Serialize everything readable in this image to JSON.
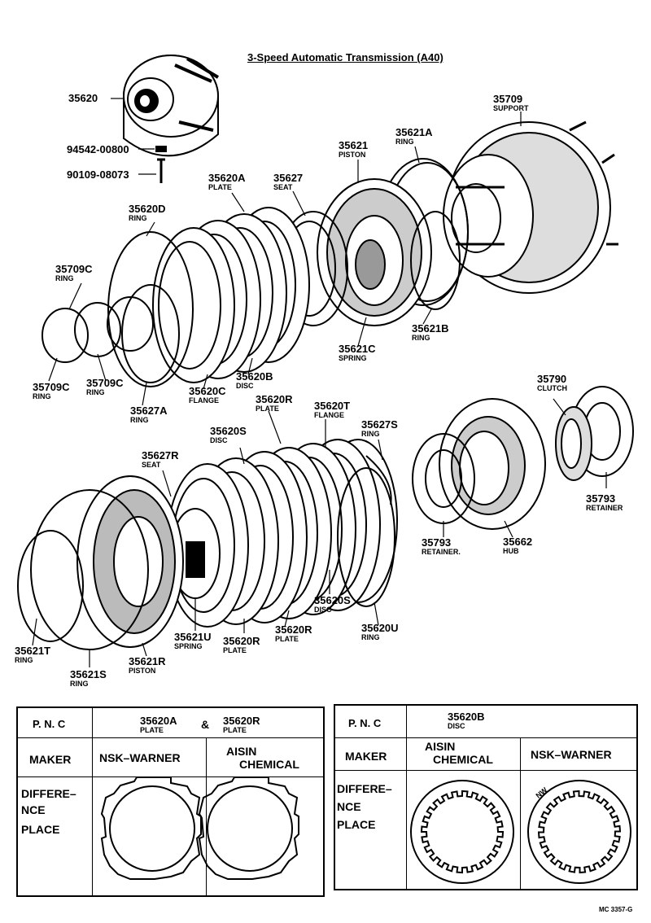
{
  "title": "3-Speed Automatic Transmission (A40)",
  "parts": [
    {
      "num": "35620",
      "name": ""
    },
    {
      "num": "94542-00800",
      "name": ""
    },
    {
      "num": "90109-08073",
      "name": ""
    },
    {
      "num": "35620A",
      "name": "PLATE"
    },
    {
      "num": "35627",
      "name": "SEAT"
    },
    {
      "num": "35621",
      "name": "PISTON"
    },
    {
      "num": "35621A",
      "name": "RING"
    },
    {
      "num": "35709",
      "name": "SUPPORT"
    },
    {
      "num": "35620D",
      "name": "RING"
    },
    {
      "num": "35709C",
      "name": "RING"
    },
    {
      "num": "35621B",
      "name": "RING"
    },
    {
      "num": "35621C",
      "name": "SPRING"
    },
    {
      "num": "35709C",
      "name": "RING"
    },
    {
      "num": "35709C",
      "name": "RING"
    },
    {
      "num": "35620C",
      "name": "FLANGE"
    },
    {
      "num": "35620B",
      "name": "DISC"
    },
    {
      "num": "35627A",
      "name": "RING"
    },
    {
      "num": "35620R",
      "name": "PLATE"
    },
    {
      "num": "35620T",
      "name": "FLANGE"
    },
    {
      "num": "35627S",
      "name": "RING"
    },
    {
      "num": "35620S",
      "name": "DISC"
    },
    {
      "num": "35627R",
      "name": "SEAT"
    },
    {
      "num": "35790",
      "name": "CLUTCH"
    },
    {
      "num": "35793",
      "name": "RETAINER"
    },
    {
      "num": "35793",
      "name": "RETAINER."
    },
    {
      "num": "35662",
      "name": "HUB"
    },
    {
      "num": "35620S",
      "name": "DISC"
    },
    {
      "num": "35620U",
      "name": "RING"
    },
    {
      "num": "35621T",
      "name": "RING"
    },
    {
      "num": "35621U",
      "name": "SPRING"
    },
    {
      "num": "35620R",
      "name": "PLATE"
    },
    {
      "num": "35620R",
      "name": "PLATE"
    },
    {
      "num": "35621R",
      "name": "PISTON"
    },
    {
      "num": "35621S",
      "name": "RING"
    }
  ],
  "table_left": {
    "pnc_label": "P. N. C",
    "pnc_a": "35620A",
    "pnc_a_sub": "PLATE",
    "amp": "&",
    "pnc_b": "35620R",
    "pnc_b_sub": "PLATE",
    "maker_label": "MAKER",
    "maker_1": "NSK–WARNER",
    "maker_2_line1": "AISIN",
    "maker_2_line2": "CHEMICAL",
    "diff_line1": "DIFFERE–",
    "diff_line2": "NCE",
    "diff_line3": "PLACE"
  },
  "table_right": {
    "pnc_label": "P. N. C",
    "pnc": "35620B",
    "pnc_sub": "DISC",
    "maker_label": "MAKER",
    "maker_1_line1": "AISIN",
    "maker_1_line2": "CHEMICAL",
    "maker_2": "NSK–WARNER",
    "diff_line1": "DIFFERE–",
    "diff_line2": "NCE",
    "diff_line3": "PLACE",
    "disc_marking": "NW"
  },
  "footer_code": "MC 3357-G"
}
